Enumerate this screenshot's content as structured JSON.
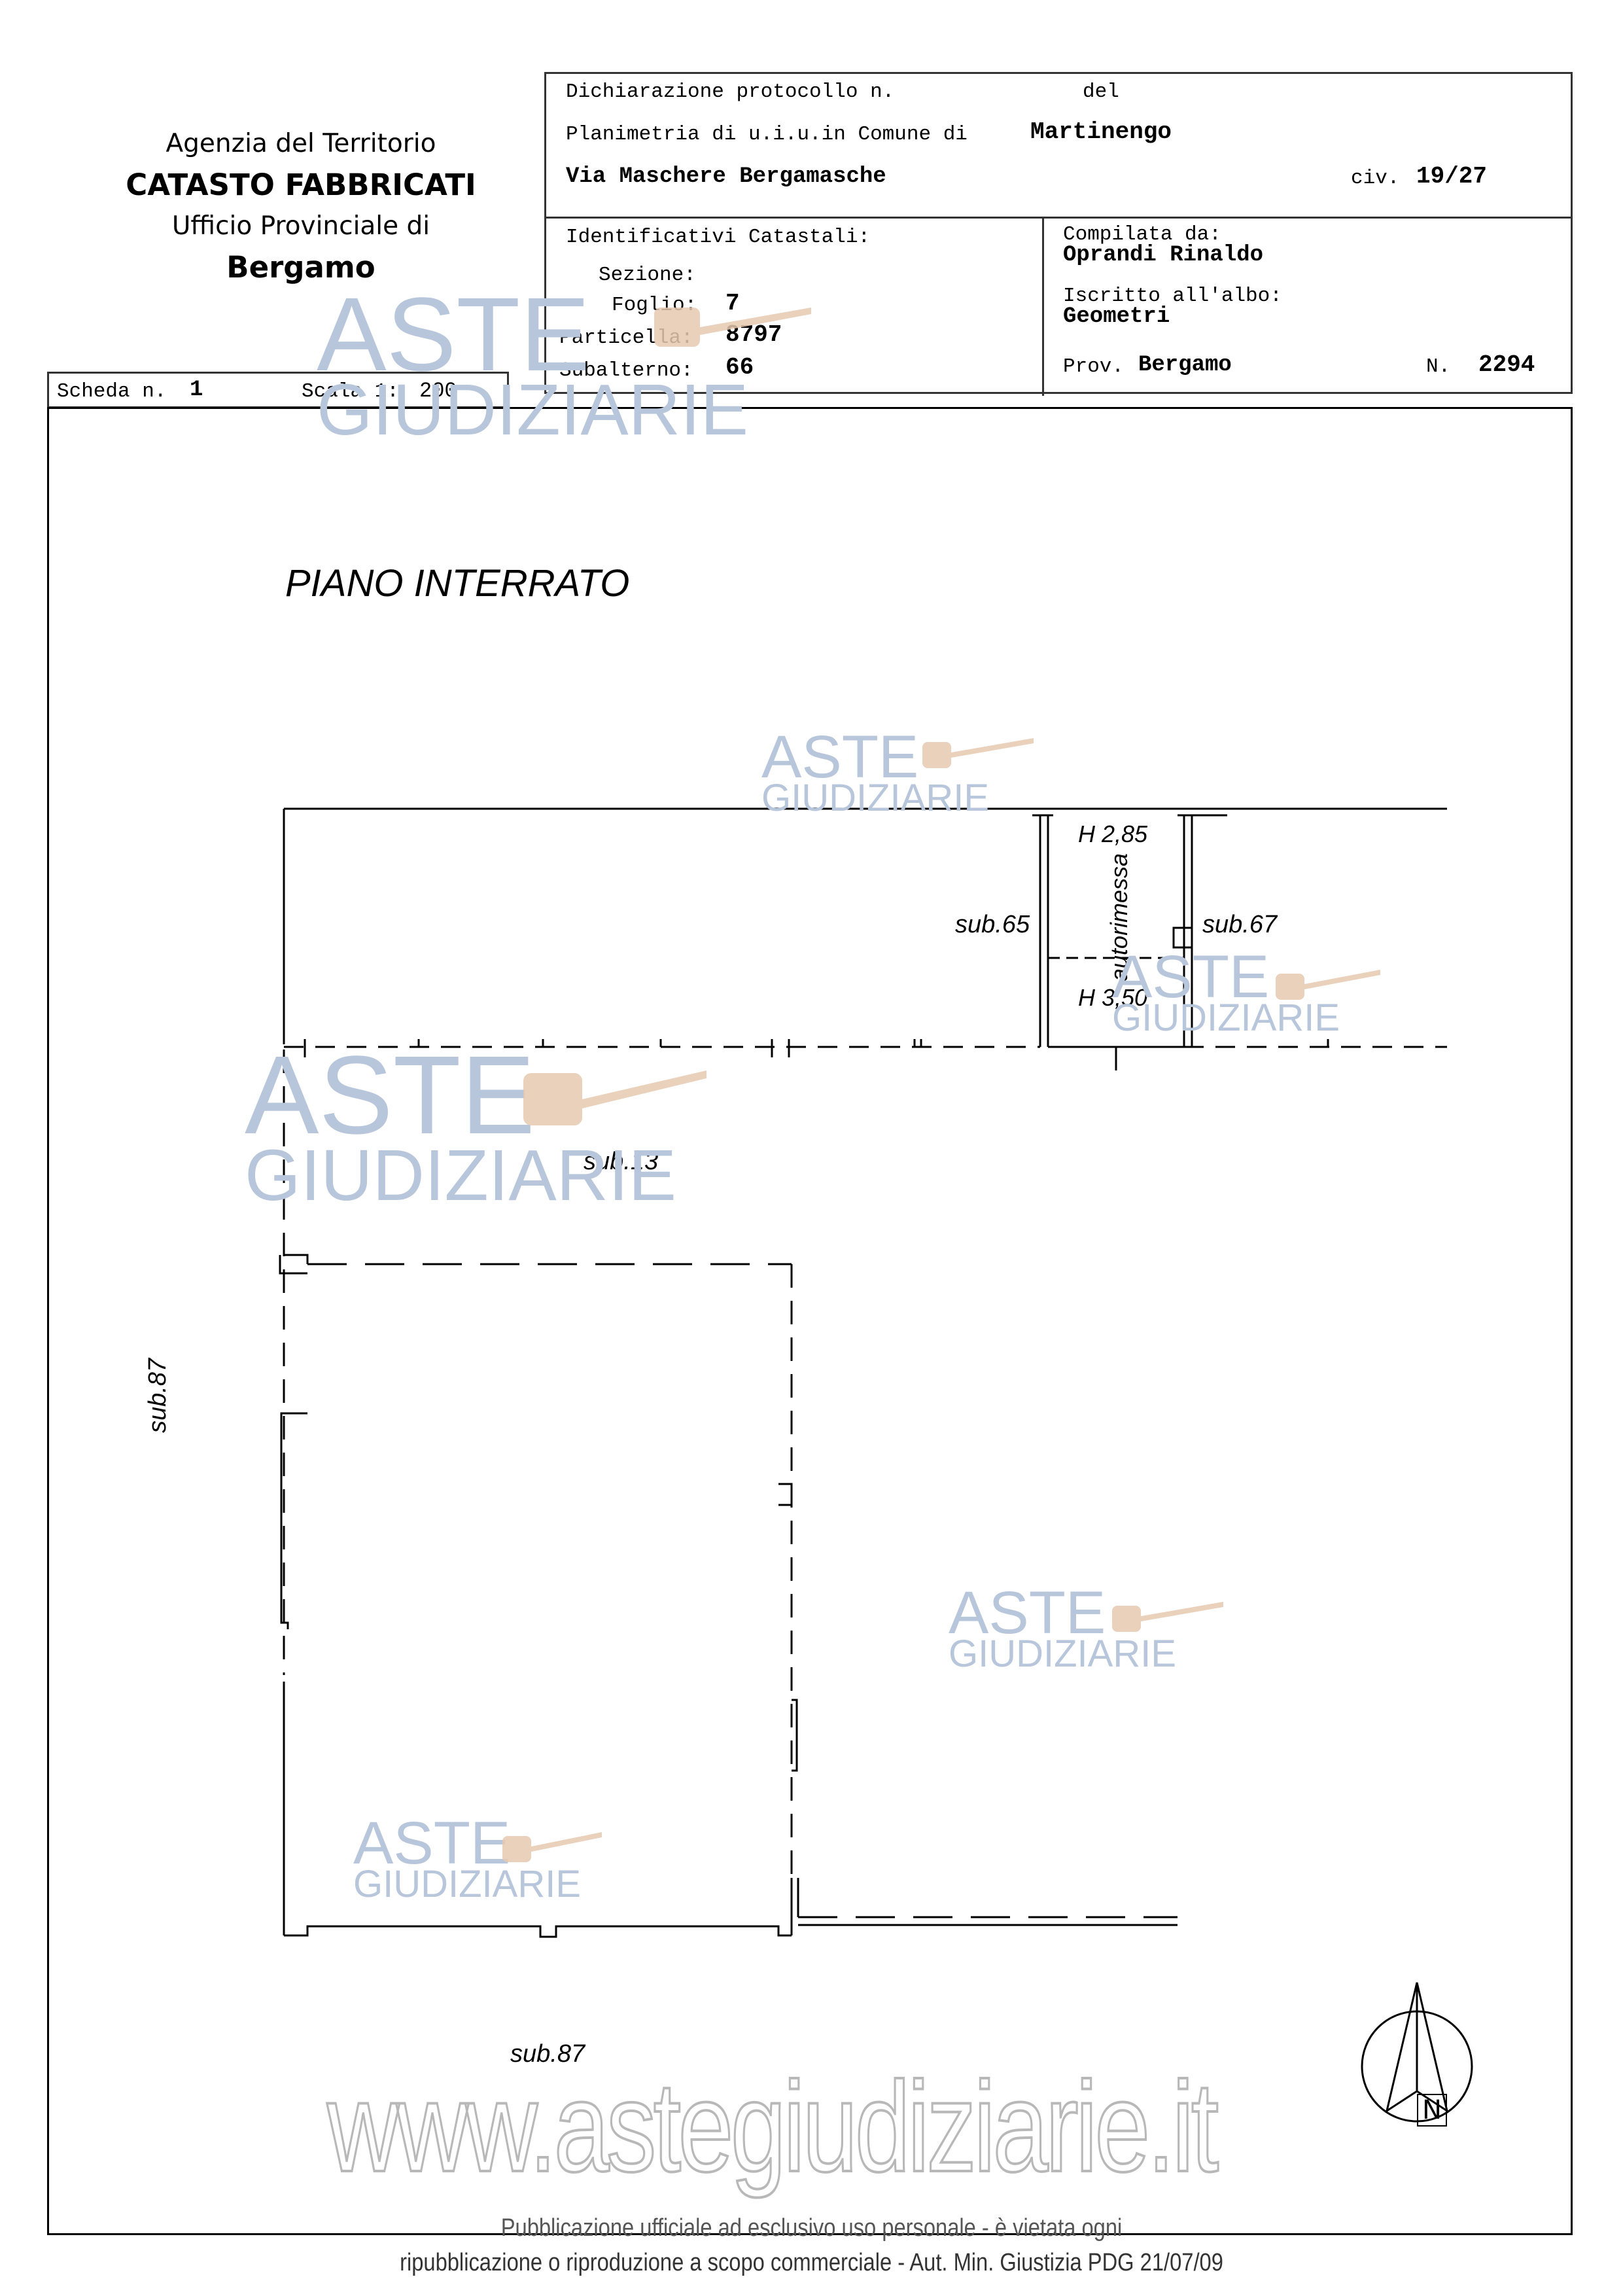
{
  "agency": {
    "line1": "Agenzia del Territorio",
    "line2": "CATASTO FABBRICATI",
    "line3": "Ufficio Provinciale di",
    "line4": "Bergamo"
  },
  "header": {
    "protocol_label": "Dichiarazione protocollo n.",
    "protocol_del": "del",
    "planimetria_label": "Planimetria di u.i.u.in Comune di",
    "comune": "Martinengo",
    "via": "Via Maschere Bergamasche",
    "civ_label": "civ.",
    "civ": "19/27",
    "identificativi_label": "Identificativi Catastali:",
    "sezione_label": "Sezione:",
    "sezione": "",
    "foglio_label": "Foglio:",
    "foglio": "7",
    "particella_label": "Particella:",
    "particella": "8797",
    "subalterno_label": "Subalterno:",
    "subalterno": "66",
    "compilata_label": "Compilata da:",
    "compilata": "Oprandi Rinaldo",
    "iscritto_label": "Iscritto all'albo:",
    "albo": "Geometri",
    "prov_label": "Prov.",
    "prov": "Bergamo",
    "n_label": "N.",
    "n": "2294"
  },
  "scheda": {
    "scheda_label": "Scheda n.",
    "scheda_n": "1",
    "scala_label": "Scala 1:",
    "scala": "200"
  },
  "plan": {
    "floor_title": "PIANO INTERRATO",
    "h_top": "H 2,85",
    "h_bottom": "H 3,50",
    "room_label": "autorimessa",
    "sub65": "sub.65",
    "sub67": "sub.67",
    "sub13": "sub.13",
    "sub87_side": "sub.87",
    "sub87_bottom": "sub.87",
    "north": "N"
  },
  "watermark": {
    "aste": "ASTE",
    "giudiziarie": "GIUDIZIARIE",
    "url": "www.astegiudiziarie.it"
  },
  "footer": {
    "line1": "Pubblicazione ufficiale ad esclusivo uso personale - è vietata ogni",
    "line2": "ripubblicazione o riproduzione a scopo commerciale - Aut. Min. Giustizia PDG 21/07/09"
  },
  "colors": {
    "line": "#000000",
    "border": "#333333",
    "watermark": "#b8c6db",
    "watermark_gavel": "#e6c9b0"
  }
}
